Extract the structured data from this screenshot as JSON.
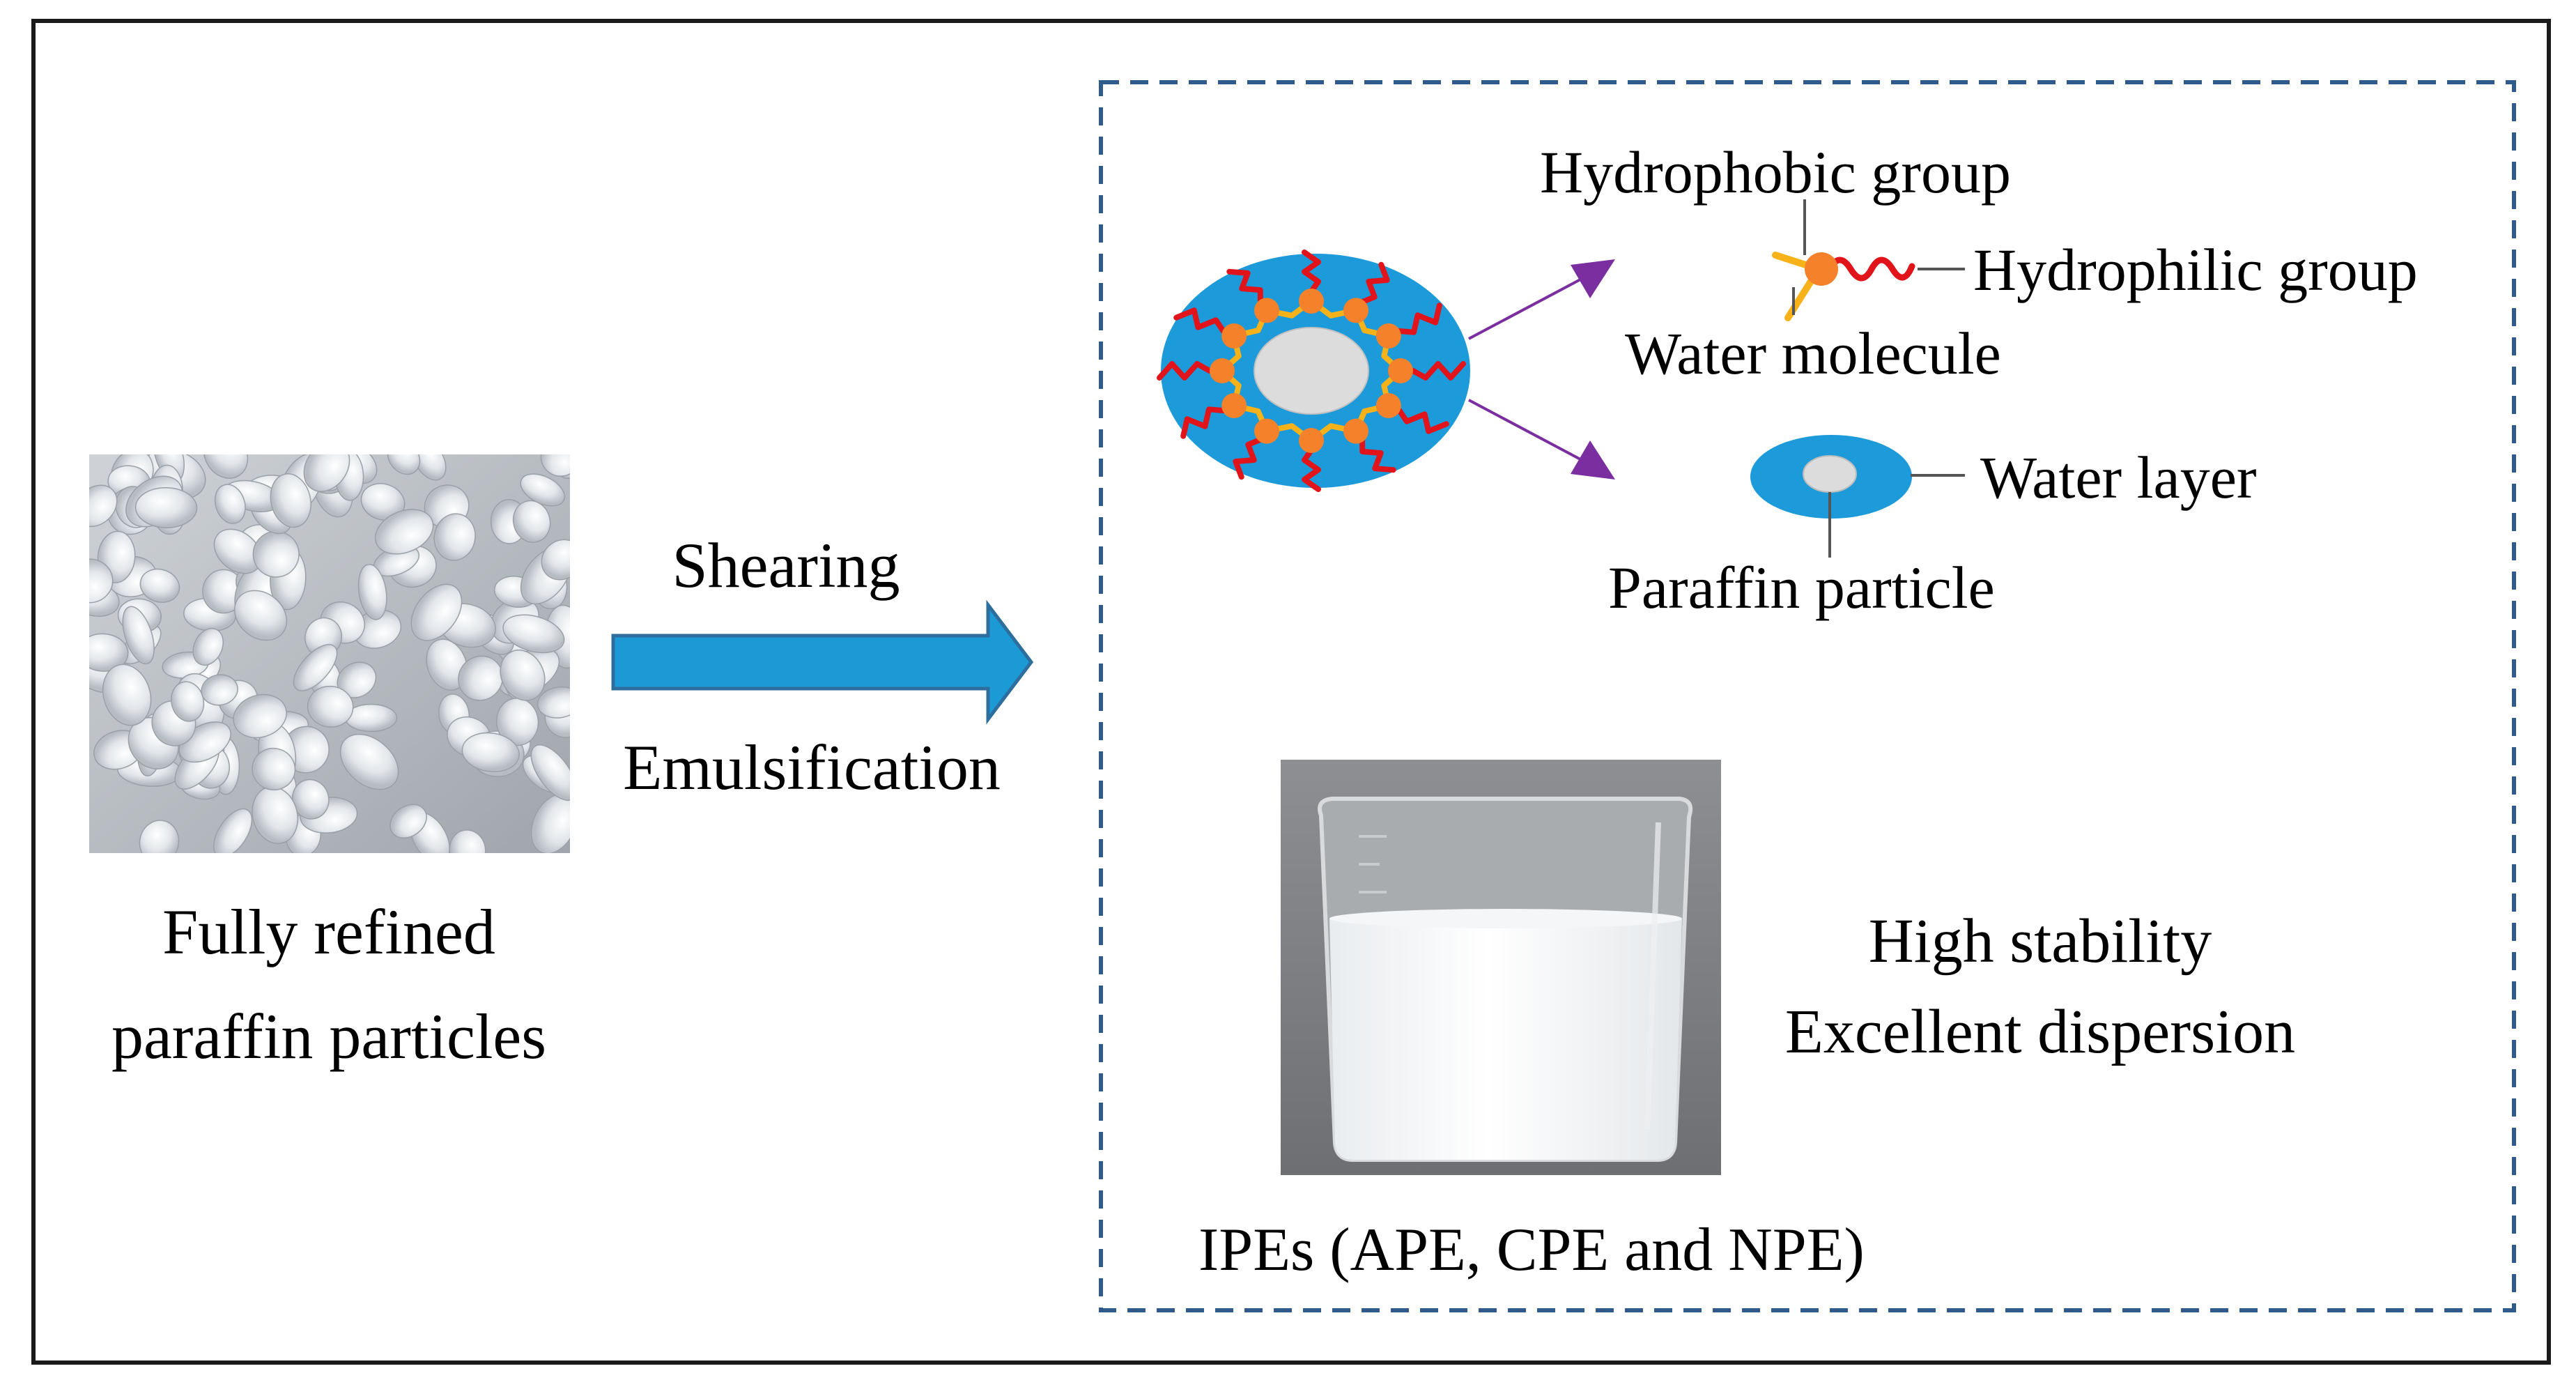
{
  "left": {
    "caption_line1": "Fully refined",
    "caption_line2": "paraffin particles"
  },
  "process": {
    "top_label": "Shearing",
    "bottom_label": "Emulsification"
  },
  "micelle_labels": {
    "hydrophobic": "Hydrophobic group",
    "hydrophilic": "Hydrophilic group",
    "water_molecule": "Water molecule",
    "water_layer": "Water layer",
    "paraffin_particle": "Paraffin particle"
  },
  "properties": {
    "line1": "High stability",
    "line2": "Excellent dispersion"
  },
  "product": {
    "caption": "IPEs (APE, CPE and NPE)"
  },
  "colors": {
    "border": "#1a1a1a",
    "dashed_border": "#2e5b8c",
    "arrow_blue": "#1b9ad6",
    "arrow_blue_edge": "#2d6e9e",
    "micelle_blue": "#1d9ad9",
    "core_gray": "#dcdcdc",
    "head_orange": "#f5822a",
    "tail_red": "#e0141a",
    "link_yellow": "#f7b21a",
    "pointer_purple": "#7a2ea0",
    "leader_gray": "#555555"
  }
}
